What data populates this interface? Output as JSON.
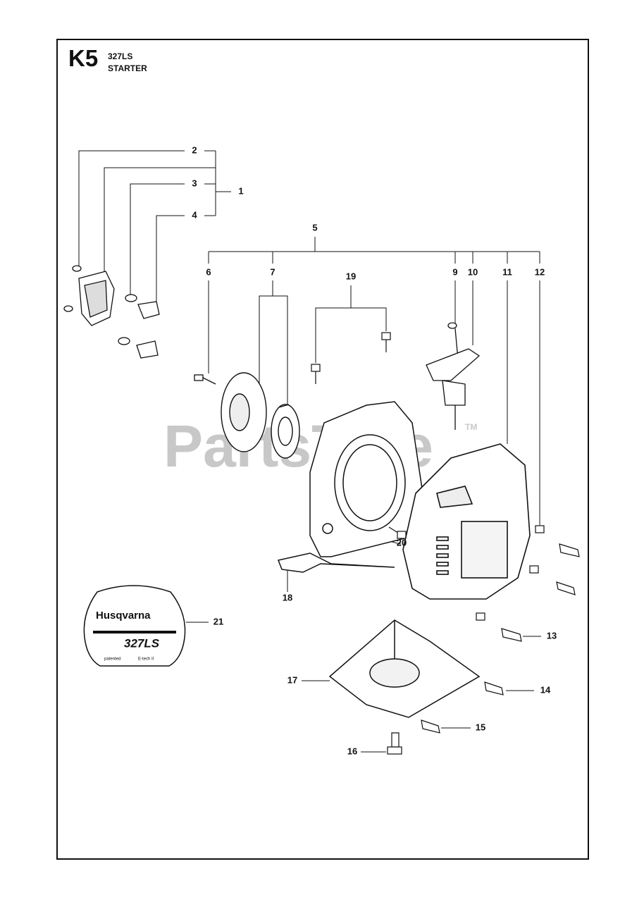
{
  "header": {
    "code": "K5",
    "model": "327LS",
    "title": "STARTER"
  },
  "callouts": [
    "1",
    "2",
    "3",
    "4",
    "5",
    "6",
    "7",
    "9",
    "10",
    "11",
    "12",
    "13",
    "14",
    "15",
    "16",
    "17",
    "18",
    "19",
    "20",
    "21"
  ],
  "decal": {
    "brand": "Husqvarna",
    "model": "327LS",
    "left_note": "patented",
    "right_note": "E-tech II"
  },
  "watermark": {
    "text": "PartsTree",
    "tm": "TM"
  },
  "colors": {
    "line": "#111111",
    "watermark": "#c8c8c8",
    "background": "#ffffff"
  }
}
